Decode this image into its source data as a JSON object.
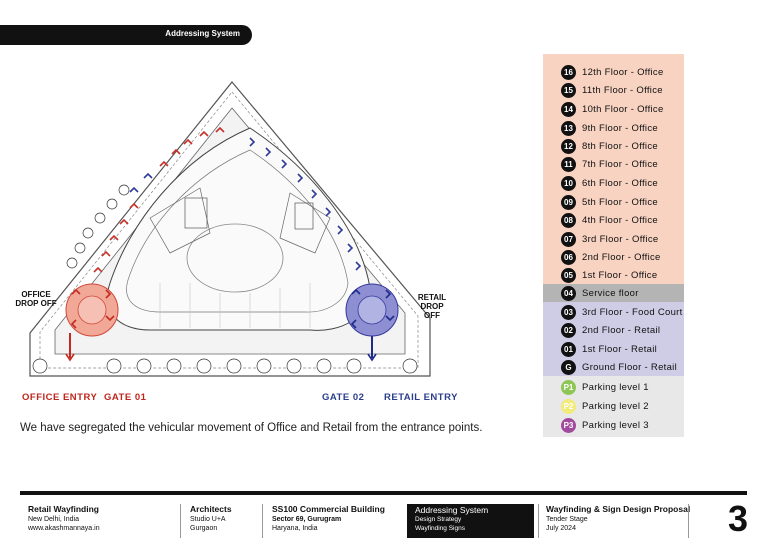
{
  "header": {
    "section_title": "Addressing System"
  },
  "plan": {
    "office_drop_off": "OFFICE DROP OFF",
    "retail_drop_off": "RETAIL DROP OFF",
    "office_entry": "OFFICE ENTRY",
    "gate_1": "GATE 01",
    "gate_2": "GATE 02",
    "retail_entry": "RETAIL ENTRY",
    "office_color": "#e05a4a",
    "retail_color": "#3a43a8"
  },
  "caption": "We have segregated the vehicular movement of Office and Retail from the entrance points.",
  "legend": {
    "office": [
      {
        "badge": "16",
        "label": "12th Floor - Office"
      },
      {
        "badge": "15",
        "label": "11th Floor - Office"
      },
      {
        "badge": "14",
        "label": "10th Floor - Office"
      },
      {
        "badge": "13",
        "label": "9th Floor - Office"
      },
      {
        "badge": "12",
        "label": "8th Floor - Office"
      },
      {
        "badge": "11",
        "label": "7th Floor - Office"
      },
      {
        "badge": "10",
        "label": "6th Floor - Office"
      },
      {
        "badge": "09",
        "label": "5th Floor - Office"
      },
      {
        "badge": "08",
        "label": "4th Floor - Office"
      },
      {
        "badge": "07",
        "label": "3rd Floor - Office"
      },
      {
        "badge": "06",
        "label": "2nd Floor - Office"
      },
      {
        "badge": "05",
        "label": "1st Floor - Office"
      }
    ],
    "service": {
      "badge": "04",
      "label": "Service floor"
    },
    "retail": [
      {
        "badge": "03",
        "label": "3rd Floor - Food Court"
      },
      {
        "badge": "02",
        "label": "2nd Floor - Retail"
      },
      {
        "badge": "01",
        "label": "1st Floor - Retail"
      },
      {
        "badge": "G",
        "label": "Ground Floor - Retail"
      }
    ],
    "parking": [
      {
        "badge": "P1",
        "label": "Parking level 1",
        "color": "#8ec655"
      },
      {
        "badge": "P2",
        "label": "Parking level 2",
        "color": "#f2ea7a"
      },
      {
        "badge": "P3",
        "label": "Parking level 3",
        "color": "#a24a9e"
      }
    ]
  },
  "footer": {
    "project_title": "Retail Wayfinding",
    "project_location": "New Delhi, India",
    "project_site": "www.akashmannaya.in",
    "architects_title": "Architects",
    "architects_name": "Studio U+A",
    "architects_city": "Gurgaon",
    "building_title": "SS100 Commercial Building",
    "building_sector": "Sector 69, Gurugram",
    "building_state": "Haryana, India",
    "section_title": "Addressing System",
    "section_sub1": "Design Strategy",
    "section_sub2": "Wayfinding Signs",
    "proposal_title": "Wayfinding & Sign Design Proposal",
    "proposal_stage": "Tender Stage",
    "proposal_date": "July 2024",
    "page_number": "3"
  }
}
